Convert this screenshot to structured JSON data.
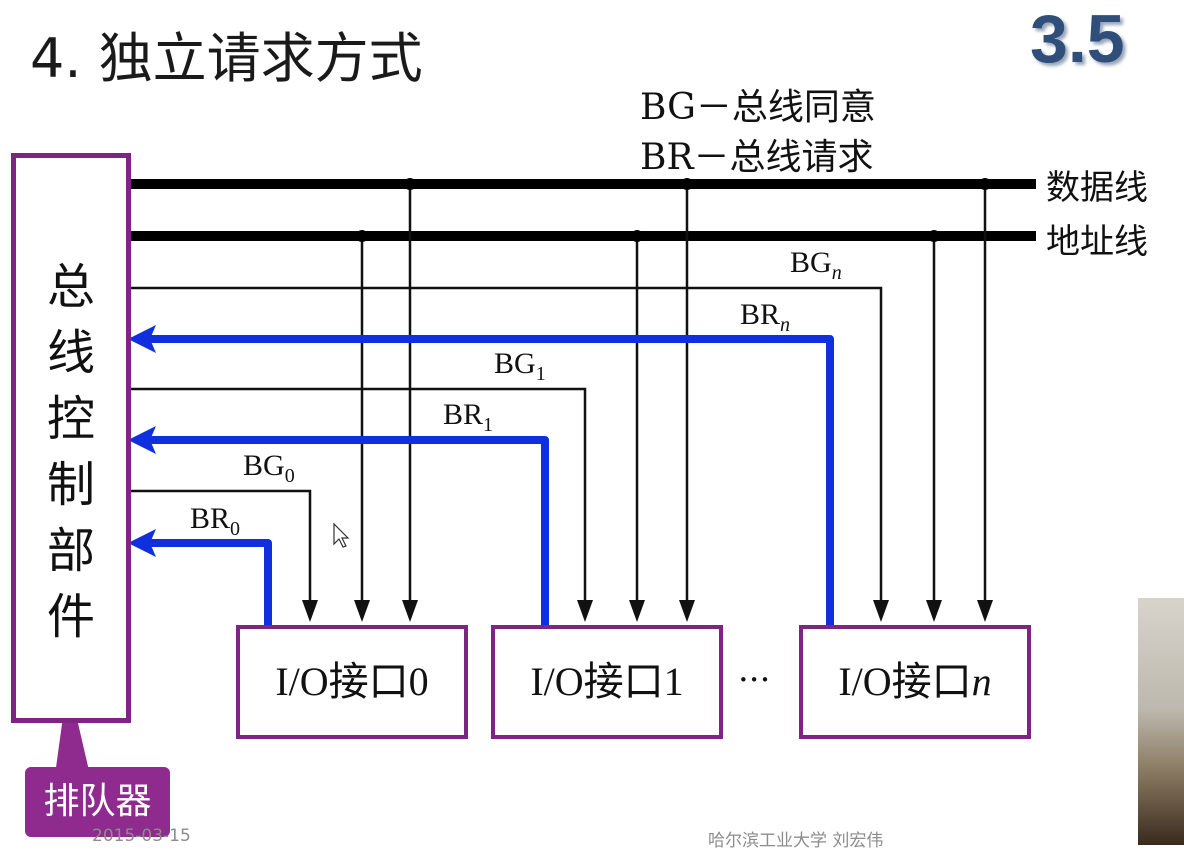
{
  "title": "4. 独立请求方式",
  "section_number": "3.5",
  "legend": {
    "bg": "BG－总线同意",
    "br": "BR－总线请求"
  },
  "buses": {
    "data": "数据线",
    "address": "地址线"
  },
  "controller_label": "总\n线\n控\n制\n部\n件",
  "queue_label": "排队器",
  "interfaces": [
    {
      "label": "I/O接口0",
      "bg": "BG",
      "bg_sub": "0",
      "br": "BR",
      "br_sub": "0"
    },
    {
      "label": "I/O接口1",
      "bg": "BG",
      "bg_sub": "1",
      "br": "BR",
      "br_sub": "1"
    },
    {
      "label_main": "I/O接口",
      "label_n": "n",
      "bg": "BG",
      "bg_sub": "n",
      "br": "BR",
      "br_sub": "n"
    }
  ],
  "ellipsis": "···",
  "footer": {
    "date": "2015-03-15",
    "credit": "哈尔滨工业大学  刘宏伟"
  },
  "colors": {
    "border_purple": "#7d2583",
    "request_blue": "#1030e0",
    "queue_bg": "#8f2a8f",
    "section_color": "#2f4f7a"
  }
}
